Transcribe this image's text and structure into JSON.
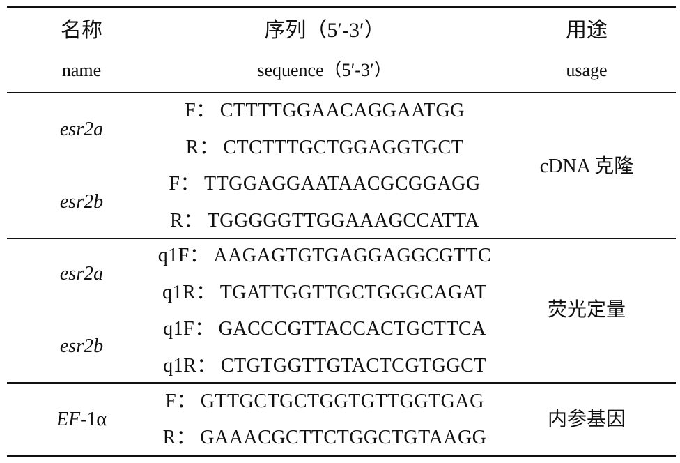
{
  "header": {
    "name_cn": "名称",
    "name_en": "name",
    "sequence_cn": "序列（5′-3′）",
    "sequence_en": "sequence（5′-3′）",
    "usage_cn": "用途",
    "usage_en": "usage"
  },
  "groups": [
    {
      "genes": [
        {
          "name": "esr2a"
        },
        {
          "name": "esr2b"
        }
      ],
      "primers": [
        {
          "label": "F：",
          "seq": "CTTTTGGAACAGGAATGG"
        },
        {
          "label": "R：",
          "seq": "CTCTTTGCTGGAGGTGCT"
        },
        {
          "label": "F：",
          "seq": "TTGGAGGAATAACGCGGAGG"
        },
        {
          "label": "R：",
          "seq": "TGGGGGTTGGAAAGCCATTA"
        }
      ],
      "usage": "cDNA 克隆"
    },
    {
      "genes": [
        {
          "name": "esr2a"
        },
        {
          "name": "esr2b"
        }
      ],
      "primers": [
        {
          "label": "q1F：",
          "seq": "AAGAGTGTGAGGAGGCGTTC"
        },
        {
          "label": "q1R：",
          "seq": "TGATTGGTTGCTGGGCAGAT"
        },
        {
          "label": "q1F：",
          "seq": "GACCCGTTACCACTGCTTCA"
        },
        {
          "label": "q1R：",
          "seq": "CTGTGGTTGTACTCGTGGCT"
        }
      ],
      "usage": "荧光定量"
    },
    {
      "genes": [
        {
          "name_italic": "EF",
          "name_suffix": "-1α"
        }
      ],
      "primers": [
        {
          "label": "F：",
          "seq": "GTTGCTGCTGGTGTTGGTGAG"
        },
        {
          "label": "R：",
          "seq": "GAAACGCTTCTGGCTGTAAGG"
        }
      ],
      "usage": "内参基因"
    }
  ]
}
